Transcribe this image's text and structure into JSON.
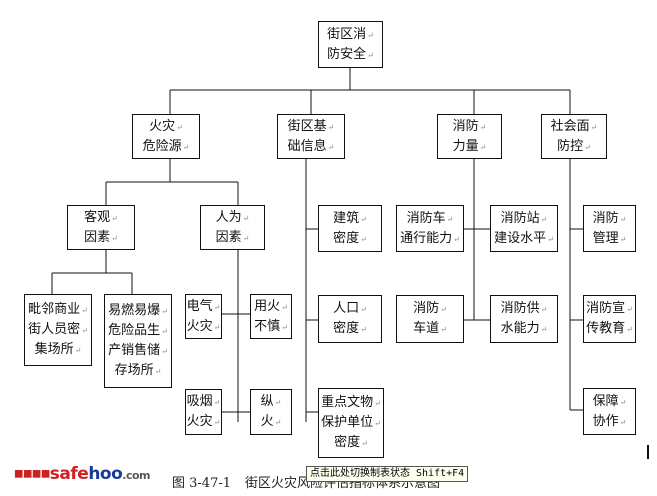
{
  "nodes": {
    "root": [
      "街区消",
      "防安全"
    ],
    "fire_hazard": [
      "火灾",
      "危险源"
    ],
    "basic_info": [
      "街区基",
      "础信息"
    ],
    "fire_force": [
      "消防",
      "力量"
    ],
    "social_control": [
      "社会面",
      "防控"
    ],
    "objective": [
      "客观",
      "因素"
    ],
    "human": [
      "人为",
      "因素"
    ],
    "neighbor": [
      "毗邻商业",
      "街人员密",
      "集场所"
    ],
    "flammable": [
      "易燃易爆",
      "危险品生",
      "产销售储",
      "存场所"
    ],
    "electric": [
      "电气",
      "火灾"
    ],
    "careless": [
      "用火",
      "不慎"
    ],
    "smoking": [
      "吸烟",
      "火灾"
    ],
    "arson": [
      "纵",
      "火"
    ],
    "building_density": [
      "建筑",
      "密度"
    ],
    "population_density": [
      "人口",
      "密度"
    ],
    "heritage_density": [
      "重点文物",
      "保护单位",
      "密度"
    ],
    "vehicle_capacity": [
      "消防车",
      "通行能力"
    ],
    "station_level": [
      "消防站",
      "建设水平"
    ],
    "fire_lane": [
      "消防",
      "车道"
    ],
    "water_supply": [
      "消防供",
      "水能力"
    ],
    "fire_management": [
      "消防",
      "管理"
    ],
    "education": [
      "消防宣",
      "传教育"
    ],
    "support": [
      "保障",
      "协作"
    ]
  },
  "caption": {
    "number": "图 3-47-1",
    "title": "街区火灾风险评估指标体系示意图"
  },
  "status_bar": "点击此处切换制表状态 Shift+F4",
  "watermark": {
    "dots": "■■■■",
    "part1": "safe",
    "part2": "hoo",
    "part3": ".com"
  }
}
